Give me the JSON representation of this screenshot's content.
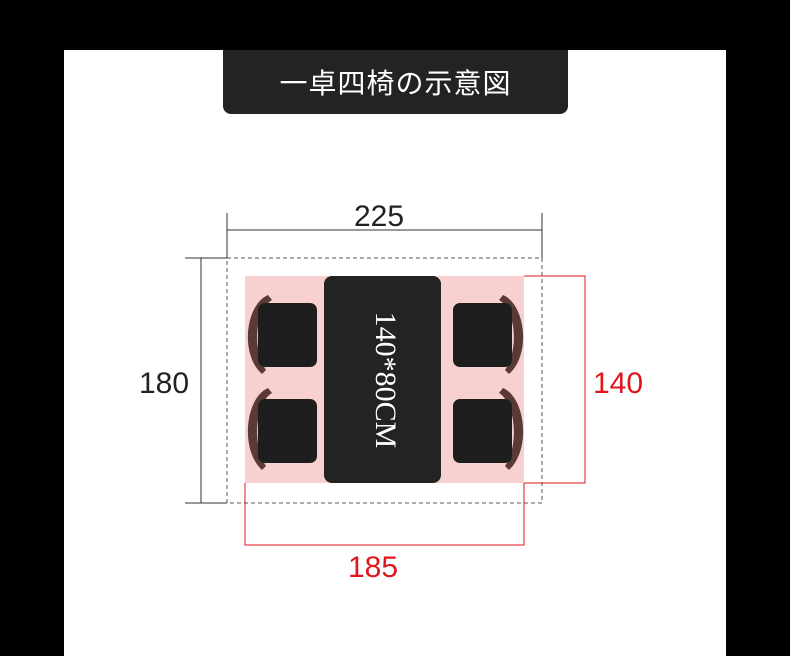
{
  "title": "一卓四椅の示意図",
  "diagram": {
    "outer_width_label": "225",
    "outer_depth_label": "180",
    "inner_width_label": "185",
    "inner_depth_label": "140",
    "table_label": "140*80CM"
  },
  "colors": {
    "background": "#000000",
    "panel": "#ffffff",
    "title_bar": "#232323",
    "zone": "#f8d0d0",
    "table": "#232323",
    "chair_seat": "#1e1e1e",
    "chair_back": "#5a3a34",
    "red_dimension": "#e0161c",
    "dim_line": "#333333"
  }
}
